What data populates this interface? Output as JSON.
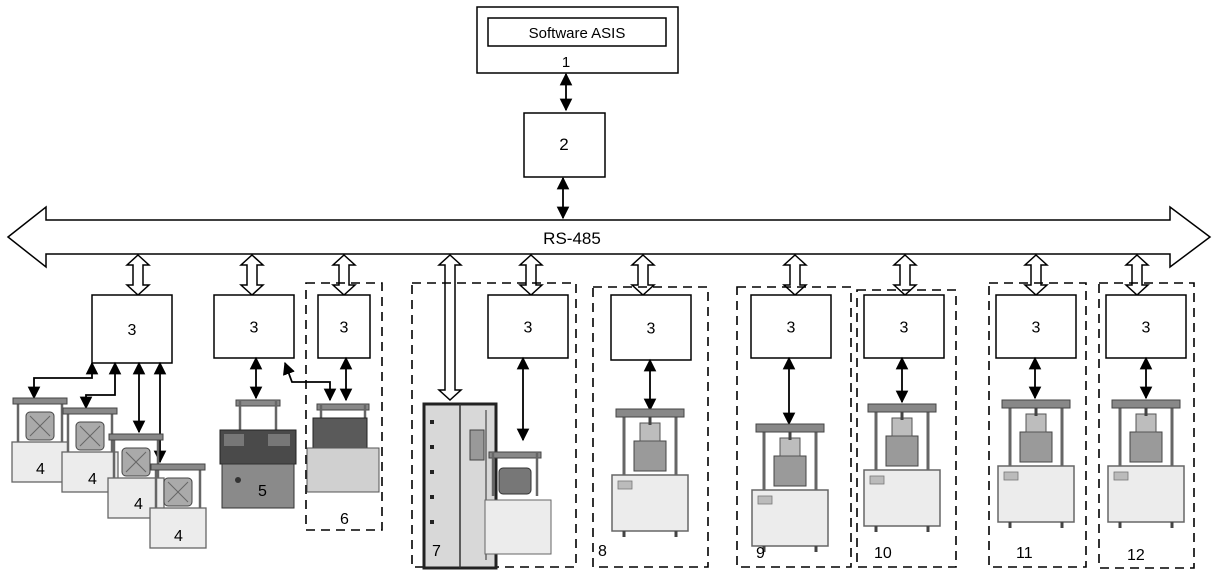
{
  "software": {
    "label": "Software ASIS",
    "number": "1"
  },
  "converter": {
    "label": "2"
  },
  "bus": {
    "label": "RS-485"
  },
  "controller_label": "3",
  "devices": {
    "d4": "4",
    "d5": "5",
    "d6": "6",
    "d7": "7",
    "d8": "8",
    "d9": "9",
    "d10": "10",
    "d11": "11",
    "d12": "12"
  },
  "colors": {
    "line": "#000000",
    "frame": "#555555",
    "machine_base": "#e8e8e8",
    "machine_dark": "#3a3a3a"
  },
  "icons": [
    "double-arrow-icon",
    "hollow-double-arrow-icon",
    "test-machine-icon",
    "control-panel-icon"
  ]
}
